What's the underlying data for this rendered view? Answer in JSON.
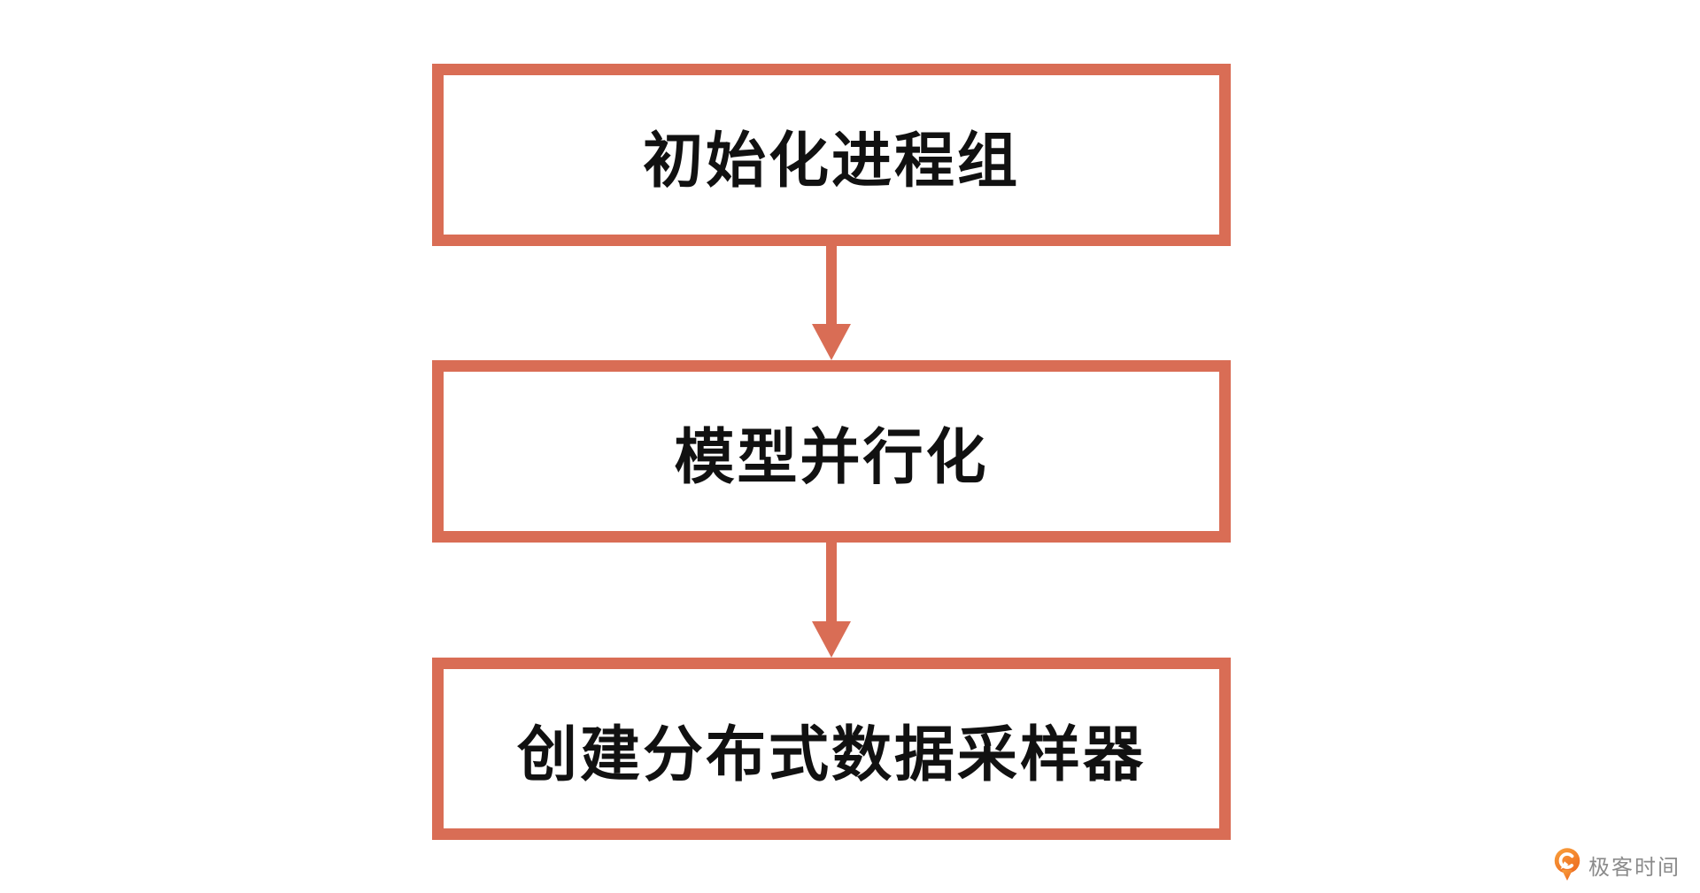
{
  "diagram": {
    "type": "flowchart",
    "direction": "top-down",
    "nodes": [
      {
        "id": "init-process-group",
        "label": "初始化进程组"
      },
      {
        "id": "model-parallelize",
        "label": "模型并行化"
      },
      {
        "id": "create-distributed-sampler",
        "label": "创建分布式数据采样器"
      }
    ],
    "edges": [
      {
        "from": "init-process-group",
        "to": "model-parallelize"
      },
      {
        "from": "model-parallelize",
        "to": "create-distributed-sampler"
      }
    ],
    "colors": {
      "box_border": "#D96D55",
      "arrow": "#D96D55",
      "box_fill": "#FFFFFF",
      "text": "#111111"
    }
  },
  "branding": {
    "logo_text": "极客时间",
    "logo_text_color": "#8B8B8B",
    "logo_orange_light": "#F9A13C",
    "logo_orange_dark": "#EE6F23"
  }
}
